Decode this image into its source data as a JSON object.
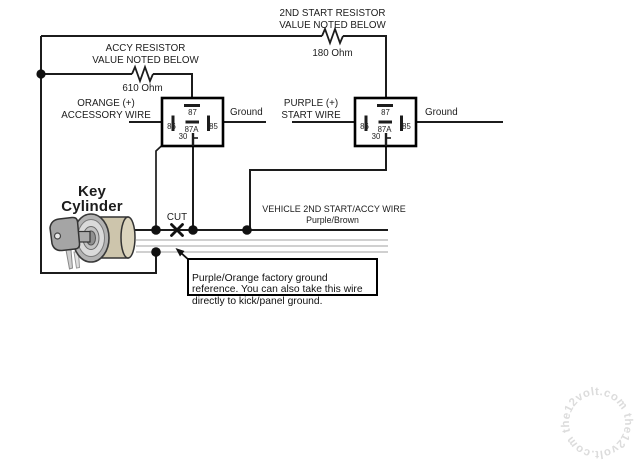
{
  "diagram": {
    "second_start_resistor": {
      "label": "2ND START RESISTOR\nVALUE NOTED BELOW",
      "value": "180 Ohm"
    },
    "accy_resistor": {
      "label": "ACCY RESISTOR\nVALUE NOTED BELOW",
      "value": "610 Ohm"
    },
    "accessory_relay": {
      "input_label": "ORANGE (+)\nACCESSORY WIRE",
      "ground_label": "Ground",
      "pins": {
        "p87": "87",
        "p86": "86",
        "p87a": "87A",
        "p85": "85",
        "p30": "30"
      }
    },
    "start_relay": {
      "input_label": "PURPLE (+)\nSTART WIRE",
      "ground_label": "Ground",
      "pins": {
        "p87": "87",
        "p86": "86",
        "p87a": "87A",
        "p85": "85",
        "p30": "30"
      }
    },
    "key_cylinder": {
      "label": "Key\nCylinder"
    },
    "cut_label": "CUT",
    "vehicle_wire": {
      "label": "VEHICLE 2ND START/ACCY WIRE",
      "color_code": "Purple/Brown"
    },
    "ground_note": "Purple/Orange factory ground\nreference. You can also take this wire\ndirectly to kick/panel ground.",
    "watermark": "the12volt.com",
    "colors": {
      "wire_black": "#1c1c1c",
      "bus_gray": "#b3b3b3",
      "relay_border": "#000000",
      "watermark_gray": "#d9d9d9"
    }
  }
}
